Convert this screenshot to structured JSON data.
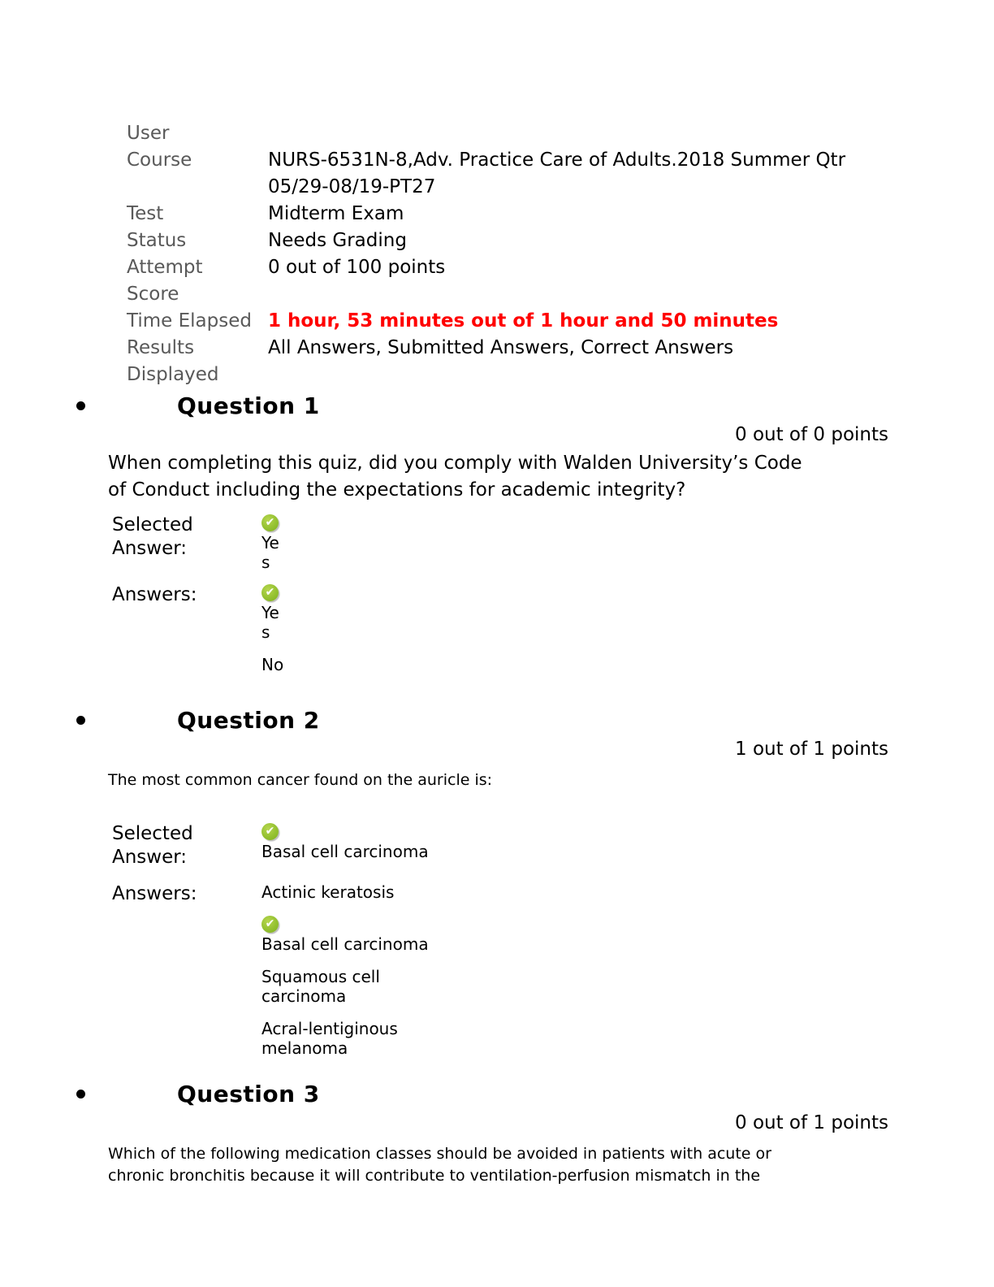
{
  "colors": {
    "background": "#ffffff",
    "label_gray": "#595959",
    "text_black": "#000000",
    "alert_red": "#ff0000",
    "icon_green": "#94c130"
  },
  "icons": {
    "check": "✔"
  },
  "header": {
    "rows": [
      {
        "label": "User",
        "value": ""
      },
      {
        "label": "Course",
        "value": "NURS-6531N-8,Adv. Practice Care of Adults.2018 Summer Qtr\n05/29-08/19-PT27"
      },
      {
        "label": "Test",
        "value": "Midterm Exam"
      },
      {
        "label": "Status",
        "value": "Needs Grading"
      },
      {
        "label": "Attempt\nScore",
        "value": "0 out of 100 points"
      },
      {
        "label": "Time Elapsed",
        "value": "1 hour, 53 minutes out of 1 hour and 50 minutes"
      },
      {
        "label": "Results\nDisplayed",
        "value": "All Answers, Submitted Answers, Correct Answers"
      }
    ]
  },
  "questions": [
    {
      "title": "Question 1",
      "points": "0 out of 0 points",
      "text": "When completing this quiz, did you comply with Walden University’s Code\nof Conduct including the expectations for academic integrity?",
      "selected_label": "Selected\nAnswer:",
      "answers_label": "Answers:",
      "selected": {
        "correct": true,
        "text": "Yes"
      },
      "answers": [
        {
          "correct": true,
          "text": "Yes"
        },
        {
          "correct": false,
          "text": "No"
        }
      ]
    },
    {
      "title": "Question 2",
      "points": "1 out of 1 points",
      "text": "The most common cancer found on the auricle is:",
      "selected_label": "Selected\nAnswer:",
      "answers_label": "Answers:",
      "selected": {
        "correct": true,
        "text": "Basal cell carcinoma"
      },
      "answers": [
        {
          "correct": false,
          "text": "Actinic keratosis"
        },
        {
          "correct": true,
          "text": "Basal cell carcinoma"
        },
        {
          "correct": false,
          "text": "Squamous cell carcinoma"
        },
        {
          "correct": false,
          "text": "Acral-lentiginous melanoma"
        }
      ]
    },
    {
      "title": "Question 3",
      "points": "0 out of 1 points",
      "text": "Which of the following medication classes should be avoided in patients with acute or\nchronic bronchitis because it will contribute to ventilation-perfusion mismatch in the"
    }
  ]
}
